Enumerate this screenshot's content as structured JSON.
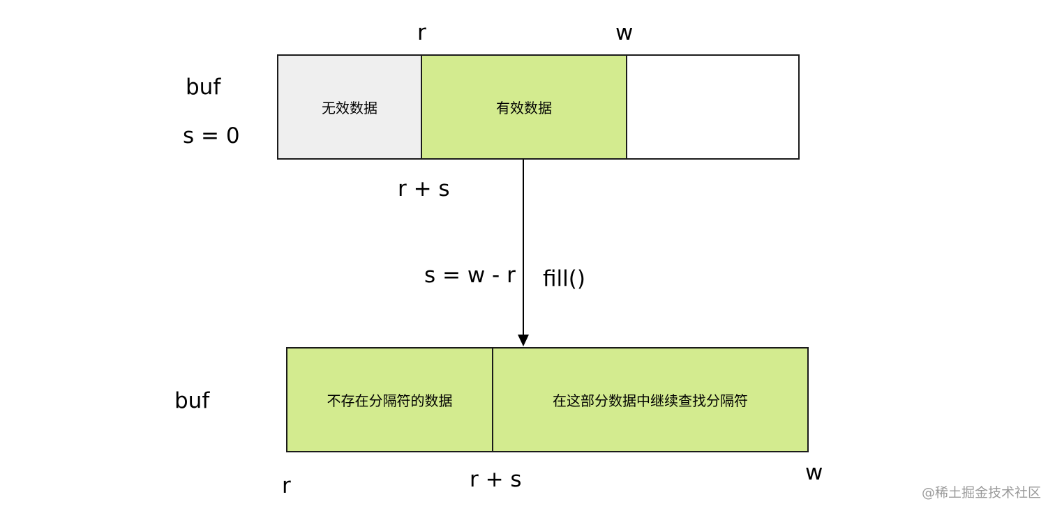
{
  "top": {
    "buf_label": "buf",
    "s_label": "s = 0",
    "r_label": "r",
    "w_label": "w",
    "r_plus_s_label": "r + s",
    "segments": {
      "invalid": "无效数据",
      "valid": "有效数据",
      "empty": ""
    }
  },
  "transition": {
    "s_formula": "s = w - r",
    "call": "fill()"
  },
  "bottom": {
    "buf_label": "buf",
    "r_label": "r",
    "r_plus_s_label": "r + s",
    "w_label": "w",
    "segments": {
      "no_delimiter": "不存在分隔符的数据",
      "continue_search": "在这部分数据中继续查找分隔符"
    }
  },
  "watermark": "@稀土掘金技术社区",
  "colors": {
    "invalid_fill": "#efefef",
    "valid_fill": "#d3eb8f",
    "border": "#1a1a1a"
  }
}
